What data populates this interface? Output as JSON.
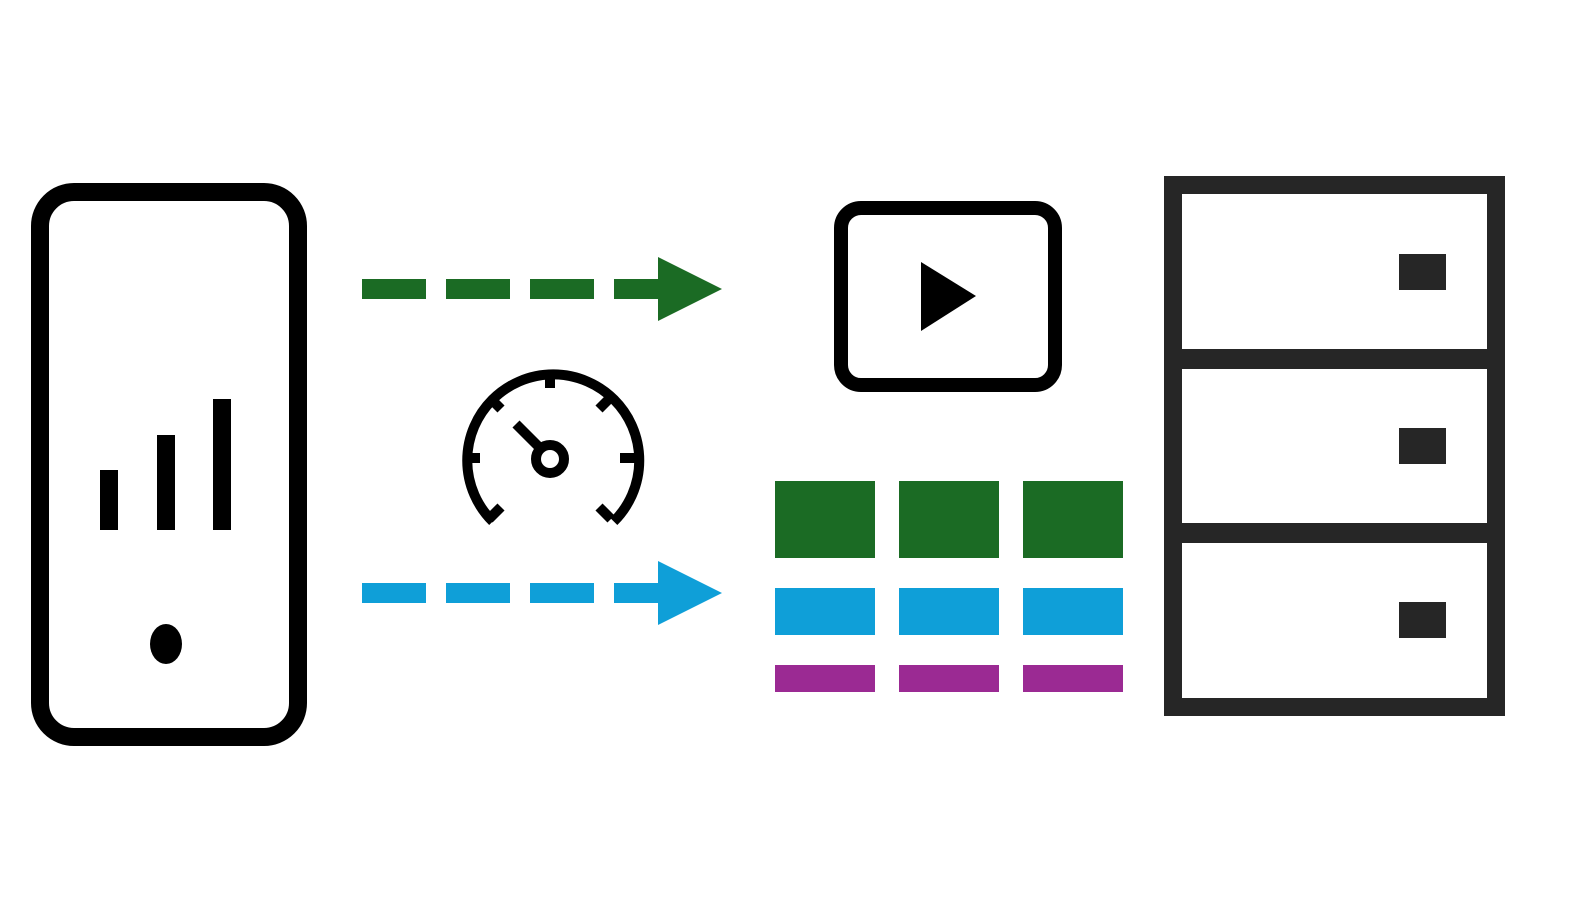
{
  "diagram": {
    "nodes": [
      {
        "id": "phone",
        "icon": "smartphone-signal-icon"
      },
      {
        "id": "video",
        "icon": "video-play-icon"
      },
      {
        "id": "speed",
        "icon": "speedometer-icon"
      },
      {
        "id": "chunks",
        "icon": "data-blocks-icon"
      },
      {
        "id": "server",
        "icon": "server-rack-icon"
      }
    ],
    "edges": [
      {
        "from": "phone",
        "to": "video",
        "style": "dashed",
        "color": "#1b6b24"
      },
      {
        "from": "phone",
        "to": "chunks",
        "style": "dashed",
        "color": "#0f9fd8"
      }
    ],
    "block_rows": [
      {
        "color": "#1b6b24",
        "count": 3
      },
      {
        "color": "#0f9fd8",
        "count": 3
      },
      {
        "color": "#9b2a93",
        "count": 3
      }
    ],
    "server_units": 3
  },
  "colors": {
    "stroke": "#000000",
    "server": "#262626",
    "green": "#1b6b24",
    "blue": "#0f9fd8",
    "purple": "#9b2a93",
    "background": "#ffffff"
  }
}
